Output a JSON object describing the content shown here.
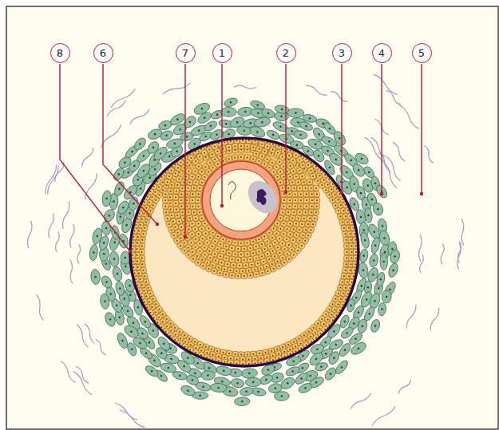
{
  "diagram": {
    "labels": [
      "8",
      "6",
      "7",
      "1",
      "2",
      "3",
      "4",
      "5"
    ]
  }
}
